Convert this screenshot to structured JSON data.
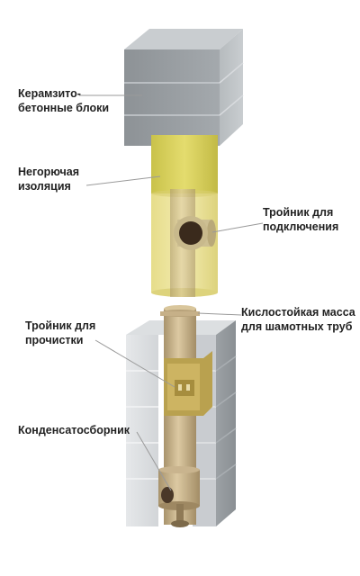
{
  "colors": {
    "concrete": "#9ea3a7",
    "insulation": "#d6cf5a",
    "ceramic": "#c9b48e",
    "text": "#222222",
    "leader": "#9a9a9a"
  },
  "labels": {
    "blocks": {
      "line1": "Керамзито-",
      "line2": "бетонные блоки"
    },
    "insulation": {
      "line1": "Негорючая",
      "line2": "изоляция"
    },
    "tee_connect": {
      "line1": "Тройник для",
      "line2": "подключения"
    },
    "acid_mass": {
      "line1": "Кислостойкая масса",
      "line2": "для шамотных труб"
    },
    "tee_clean": {
      "line1": "Тройник для",
      "line2": "прочистки"
    },
    "condensate": {
      "line1": "Конденсатосборник"
    }
  }
}
